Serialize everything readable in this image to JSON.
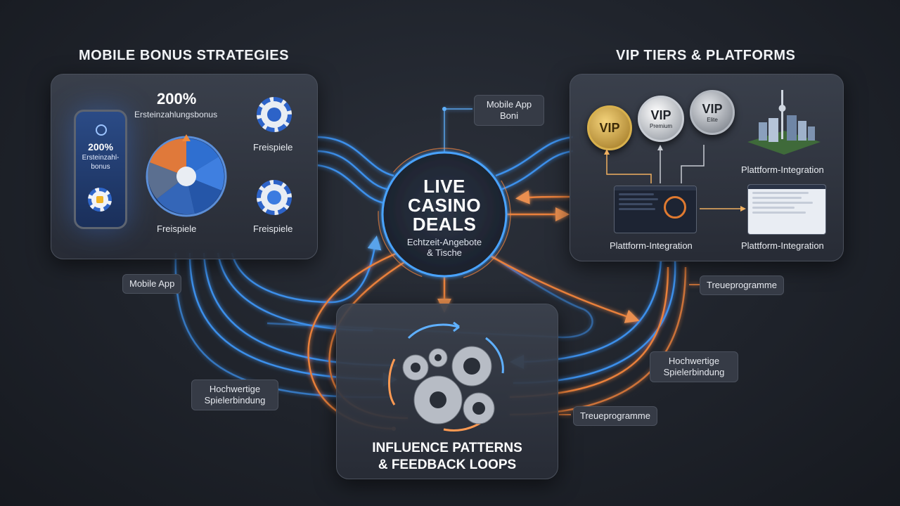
{
  "sections": {
    "mobile_title": "MOBILE BONUS STRATEGIES",
    "vip_title": "VIP TIERS & PLATFORMS",
    "loops_title_line1": "INFLUENCE PATTERNS",
    "loops_title_line2": "& FEEDBACK LOOPS"
  },
  "hub": {
    "title_line1": "LIVE",
    "title_line2": "CASINO",
    "title_line3": "DEALS",
    "sub_line1": "Echtzeit-Angebote",
    "sub_line2": "& Tische"
  },
  "mobile_panel": {
    "headline": "200%",
    "headline_sub": "Ersteinzahlungsbonus",
    "phone_line1": "200%",
    "phone_line2": "Ersteinzahl-",
    "phone_line3": "bonus",
    "wheel_label": "Freispiele",
    "chip_top_label": "Freispiele",
    "chip_bottom_label": "Freispiele"
  },
  "vip_panel": {
    "badge_gold": "VIP",
    "badge_silver": "VIP",
    "badge_silver_sub": "Premium",
    "badge_grey": "VIP",
    "badge_grey_sub": "Elite",
    "city_label": "Plattform-Integration",
    "dash_left_label": "Plattform-Integration",
    "dash_right_label": "Plattform-Integration"
  },
  "tags": {
    "mobile_app_boni": "Mobile App Boni",
    "mobile_app": "Mobile App",
    "treueprogramme_right": "Treueprogramme",
    "hochwertige_right": "Hochwertige Spielerbindung",
    "hochwertige_left": "Hochwertige Spielerbindung",
    "treueprogramme_bottom": "Treueprogramme"
  },
  "colors": {
    "blue_flow": "#3f9bff",
    "orange_flow": "#ff8a3d",
    "panel": "#30353f",
    "gold": "#c9a03a"
  }
}
